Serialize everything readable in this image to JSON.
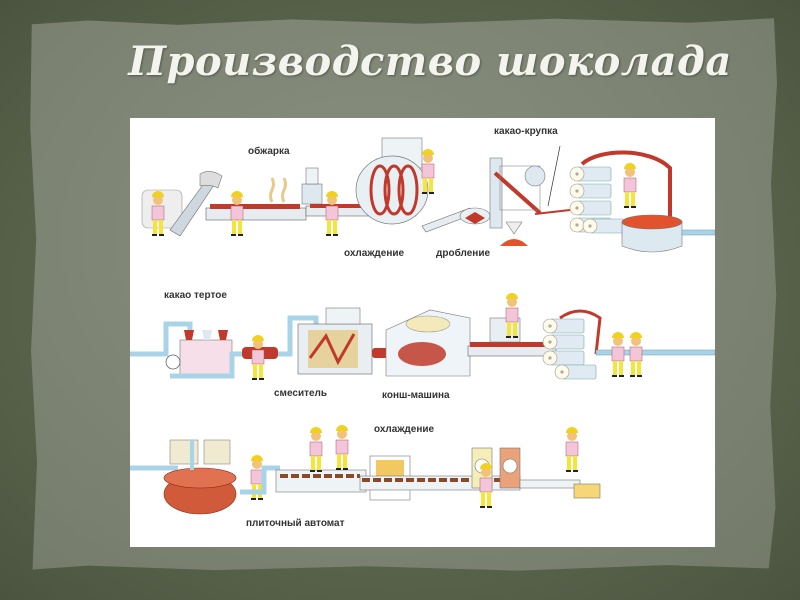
{
  "slide": {
    "title": "Производство шоколада"
  },
  "diagram": {
    "labels": {
      "roasting": "обжарка",
      "cocoa_nibs": "какао-крупка",
      "cooling_1": "охлаждение",
      "crushing": "дробление",
      "cocoa_mass": "какао тертое",
      "mixer": "смеситель",
      "conche": "конш-машина",
      "cooling_2": "охлаждение",
      "tablet_machine": "плиточный автомат"
    },
    "colors": {
      "chocolate": "#c0392b",
      "pipe": "#a9d3e6",
      "machine": "#e8eef2",
      "worker_shirt": "#f2c6d8",
      "worker_pants": "#f3e53a",
      "helmet": "#f0d21c"
    }
  }
}
